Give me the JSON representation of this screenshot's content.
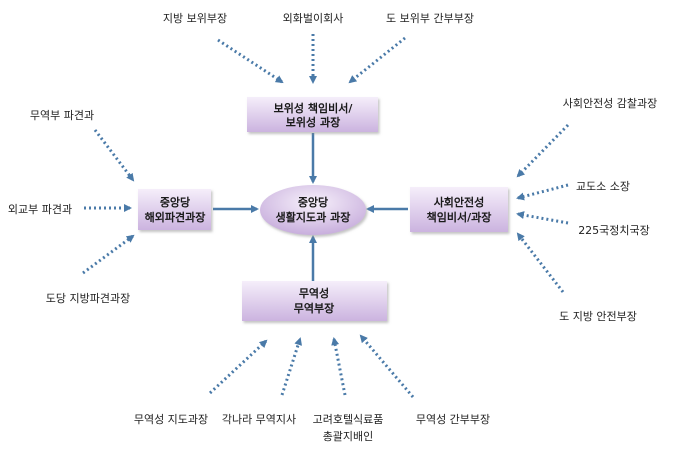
{
  "colors": {
    "arrow": "#4a7aa8",
    "box_top": "#f3ecf8",
    "box_bottom": "#cdb6e0"
  },
  "center": {
    "line1": "중앙당",
    "line2": "생활지도과 과장"
  },
  "top_box": {
    "line1": "보위성 책임비서/",
    "line2": "보위성 과장"
  },
  "left_box": {
    "line1": "중앙당",
    "line2": "해외파견과장"
  },
  "right_box": {
    "line1": "사회안전성",
    "line2": "책임비서/과장"
  },
  "bottom_box": {
    "line1": "무역성",
    "line2": "무역부장"
  },
  "top_sources": [
    "지방 보위부장",
    "외화벌이회사",
    "도 보위부 간부부장"
  ],
  "left_sources": [
    "무역부 파견과",
    "외교부 파견과",
    "도당 지방파견과장"
  ],
  "right_sources": [
    "사회안전성 감찰과장",
    "교도소 소장",
    "225국정치국장",
    "도 지방 안전부장"
  ],
  "bottom_sources": [
    "무역성 지도과장",
    "각나라 무역지사",
    "고려호텔식료품",
    "총괄지배인",
    "무역성 간부부장"
  ]
}
